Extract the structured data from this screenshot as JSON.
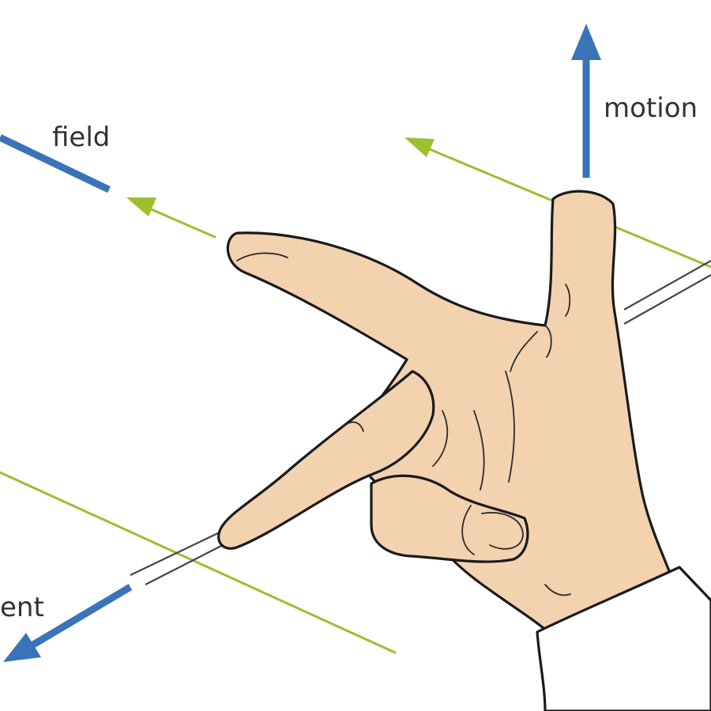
{
  "labels": {
    "field": "field",
    "motion": "motion",
    "current": "ent"
  },
  "colors": {
    "field_lines": "#9bbf2e",
    "vector_arrows": "#3a73b8",
    "skin": "#f3d2b0",
    "outline": "#1a1a1a",
    "label_text": "#333333"
  }
}
